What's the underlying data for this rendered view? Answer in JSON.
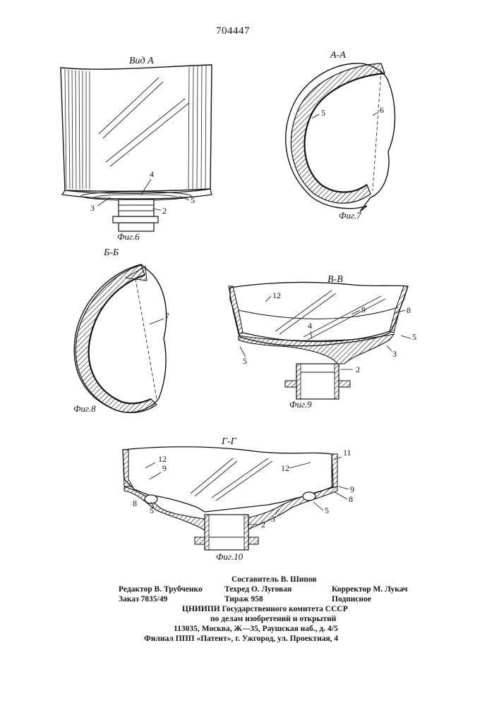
{
  "header": {
    "patent_number": "704447"
  },
  "figures": [
    {
      "caption": "Фиг.6",
      "view_label": "Вид А",
      "callouts": [
        "4",
        "3",
        "2",
        "5"
      ]
    },
    {
      "caption": "Фиг.7",
      "view_label": "А-А",
      "callouts": [
        "5",
        "6"
      ]
    },
    {
      "caption": "Фиг.8",
      "view_label": "Б-Б",
      "callouts": [
        "7"
      ]
    },
    {
      "caption": "Фиг.9",
      "view_label": "В-В",
      "callouts": [
        "12",
        "9",
        "8",
        "4",
        "5",
        "5",
        "3",
        "2"
      ]
    },
    {
      "caption": "Фиг.10",
      "view_label": "Г-Г",
      "callouts": [
        "12",
        "9",
        "11",
        "12",
        "9",
        "8",
        "8",
        "5",
        "3",
        "5",
        "2"
      ]
    }
  ],
  "imprint": {
    "composer": "Составитель В. Шипов",
    "editor": "Редактор В. Трубченко",
    "tech_editor": "Техред О. Луговая",
    "corrector": "Корректор М. Лукач",
    "order": "Заказ 7835/49",
    "circulation": "Тираж 958",
    "subscription": "Подписное",
    "org_line1": "ЦНИИПИ Государственного комитета СССР",
    "org_line2": "по делам изобретений и открытий",
    "address": "113035, Москва, Ж—35, Раушская наб., д. 4/5",
    "branch": "Филиал ППП «Патент», г. Ужгород, ул. Проектная, 4"
  }
}
